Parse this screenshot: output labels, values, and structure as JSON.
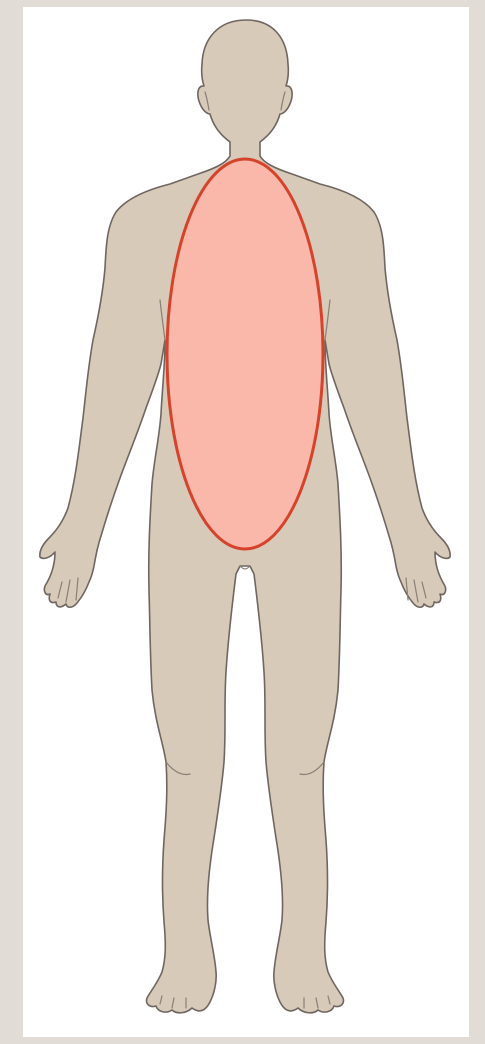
{
  "diagram": {
    "figure": {
      "kind": "human-body-front",
      "skin_color": "#d8cab8",
      "outline_color": "#6f6661"
    },
    "highlight": {
      "region": "torso",
      "shape": "ellipse",
      "fill_color": "#f9b8a9",
      "stroke_color": "#d6432b"
    },
    "background_color": "#e1ddd6",
    "panel_color": "#ffffff"
  }
}
